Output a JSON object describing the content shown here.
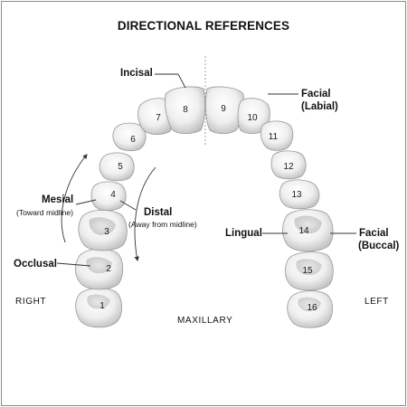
{
  "title": "DIRECTIONAL REFERENCES",
  "labels": {
    "incisal": "Incisal",
    "facial": "Facial",
    "labial": "(Labial)",
    "mesial": "Mesial",
    "toward_midline": "(Toward midline)",
    "distal": "Distal",
    "away_from_midline": "(Away from midline)",
    "occlusal": "Occlusal",
    "lingual": "Lingual",
    "buccal": "(Buccal)",
    "right": "RIGHT",
    "left": "LEFT",
    "maxillary": "MAXILLARY"
  },
  "teeth": [
    "1",
    "2",
    "3",
    "4",
    "5",
    "6",
    "7",
    "8",
    "9",
    "10",
    "11",
    "12",
    "13",
    "14",
    "15",
    "16"
  ],
  "colors": {
    "tooth_fill": "#e9e9e9",
    "tooth_shadow": "#9a9a9a",
    "line": "#333333",
    "midline": "#8a8a8a"
  }
}
